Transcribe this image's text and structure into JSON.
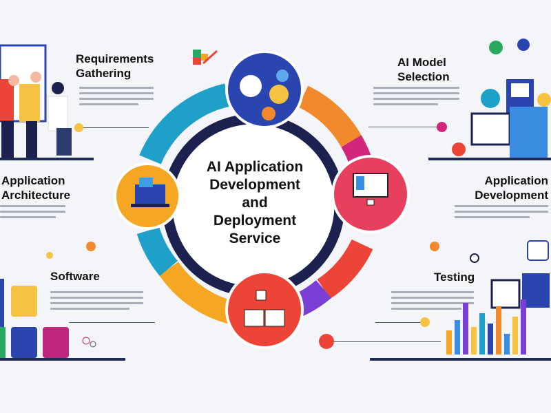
{
  "center": {
    "title_lines": [
      "AI Application",
      "Development",
      "and",
      "Deployment",
      "Service"
    ]
  },
  "stages": [
    {
      "lines": [
        "Requirements",
        "Gathering"
      ]
    },
    {
      "lines": [
        "AI Model",
        "Selection"
      ]
    },
    {
      "lines": [
        "Application",
        "Architecture"
      ]
    },
    {
      "lines": [
        "Application",
        "Development"
      ]
    },
    {
      "lines": [
        "Software"
      ]
    },
    {
      "lines": [
        "Testing"
      ]
    }
  ],
  "colors": {
    "teal": "#1fa0c8",
    "orange": "#f08a2c",
    "magenta": "#d2267a",
    "red": "#ec4538",
    "purple": "#7a3fd4",
    "yellow": "#f5a623",
    "navy": "#1c2150",
    "blue": "#2a45b0",
    "pink": "#e6405e"
  },
  "icons": [
    "team-meeting-illustration",
    "ai-network-icon",
    "monitor-icon",
    "laptop-icon",
    "open-book-icon",
    "bar-chart-illustration",
    "server-dashboard-illustration"
  ]
}
